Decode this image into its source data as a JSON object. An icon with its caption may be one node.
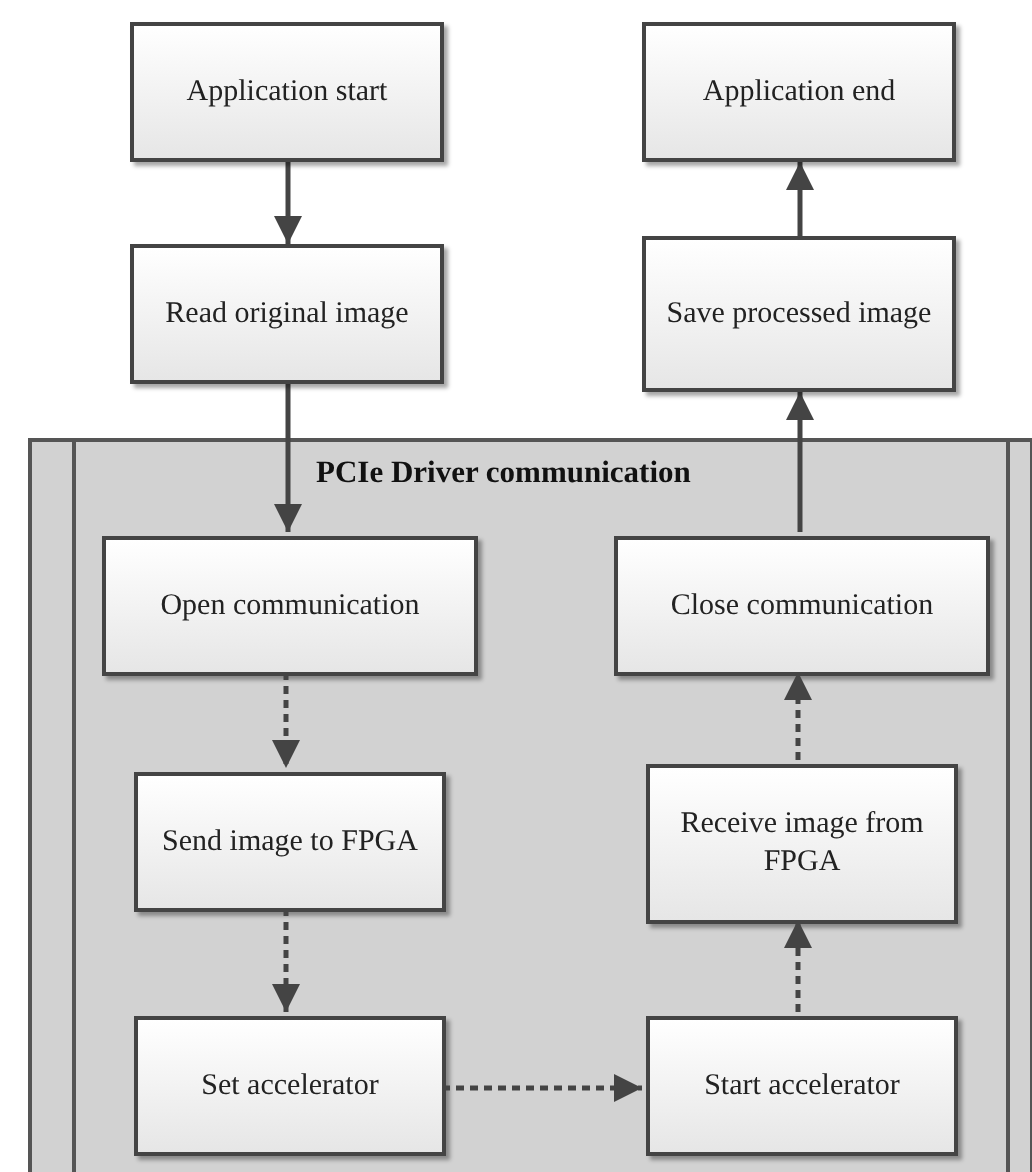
{
  "diagram": {
    "nodes": [
      {
        "text": [
          "Application start"
        ]
      },
      {
        "text": [
          "Read original image"
        ]
      },
      {
        "text": [
          "Application end"
        ]
      },
      {
        "text": [
          "Save processed image"
        ]
      },
      {
        "text": [
          "PCIe Driver communication"
        ]
      },
      {
        "text": [
          "Open communication"
        ],
        "in": 4
      },
      {
        "text": [
          "Send image to FPGA"
        ],
        "in": 4
      },
      {
        "text": [
          "Set accelerator"
        ],
        "in": 4
      },
      {
        "text": [
          "Close communication"
        ],
        "in": 4
      },
      {
        "text": [
          "Receive image from FPGA"
        ],
        "in": 4
      },
      {
        "text": [
          "Start accelerator"
        ],
        "in": 4
      }
    ],
    "edges": [
      {
        "from": 0,
        "to": 1,
        "arrow": "to"
      },
      {
        "from": 1,
        "to": 5,
        "arrow": "to"
      },
      {
        "from": 5,
        "to": 6,
        "arrow": "to",
        "style": "dashed"
      },
      {
        "from": 6,
        "to": 7,
        "arrow": "to",
        "style": "dashed"
      },
      {
        "from": 7,
        "to": 10,
        "arrow": "to",
        "style": "dashed"
      },
      {
        "from": 10,
        "to": 9,
        "arrow": "to",
        "style": "dashed"
      },
      {
        "from": 9,
        "to": 8,
        "arrow": "to",
        "style": "dashed"
      },
      {
        "from": 8,
        "to": 3,
        "arrow": "to"
      },
      {
        "from": 3,
        "to": 2,
        "arrow": "to"
      }
    ]
  }
}
